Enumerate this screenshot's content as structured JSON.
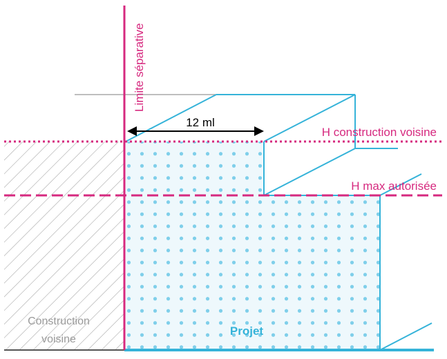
{
  "labels": {
    "limite": "Limite séparative",
    "dimension": "12 ml",
    "h_voisine": "H construction voisine",
    "h_max": "H max autorisée",
    "construction_line1": "Construction",
    "construction_line2": "voisine",
    "projet": "Projet"
  },
  "colors": {
    "magenta": "#d6297f",
    "cyan": "#35b3d9",
    "dots": "#7fcfea",
    "hatch_stroke": "#a9a9a9",
    "hatch_text": "#9a9a9a",
    "grey_line": "#a9a9a9",
    "fill": "#eef8fc"
  }
}
